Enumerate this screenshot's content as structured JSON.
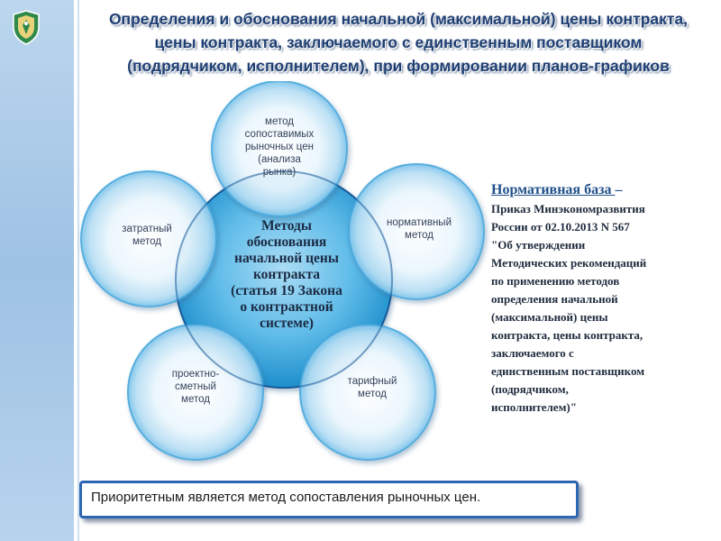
{
  "title": {
    "lines": [
      "Определения и обоснования начальной (максимальной) цены контракта,",
      "цены  контракта, заключаемого с единственным поставщиком",
      "(подрядчиком, исполнителем), при формировании планов-графиков"
    ]
  },
  "diagram": {
    "center": {
      "lines": [
        "Методы",
        "обоснования",
        "начальной цены",
        "контракта",
        "(статья 19 Закона",
        "о контрактной",
        "системе)"
      ]
    },
    "methods": [
      {
        "lines": [
          "метод",
          "сопоставимых",
          "рыночных цен",
          "(анализа",
          "рынка)"
        ]
      },
      {
        "lines": [
          "нормативный",
          "метод"
        ]
      },
      {
        "lines": [
          "тарифный",
          "метод"
        ]
      },
      {
        "lines": [
          "проектно-",
          "сметный",
          "метод"
        ]
      },
      {
        "lines": [
          "затратный",
          "метод"
        ]
      }
    ]
  },
  "normative": {
    "heading": "Нормативная база ",
    "dash": "–",
    "lines": [
      "Приказ Минэкономразвития",
      "России от 02.10.2013 N 567",
      "\"Об утверждении",
      "Методических рекомендаций",
      "по применению методов",
      "определения начальной",
      "(максимальной) цены",
      "контракта, цены контракта,",
      "заключаемого с",
      "единственным поставщиком",
      "(подрядчиком,",
      "исполнителем)\""
    ]
  },
  "priority": {
    "text": "Приоритетным является метод сопоставления рыночных цен."
  },
  "colors": {
    "title": "#1f3f73",
    "accent_border": "#2e67b1",
    "heading_blue": "#1f4f8a",
    "circle_fill": "#dff0fb",
    "center_fill": "#2aa6de",
    "left_bar": "#a9c9e8"
  }
}
